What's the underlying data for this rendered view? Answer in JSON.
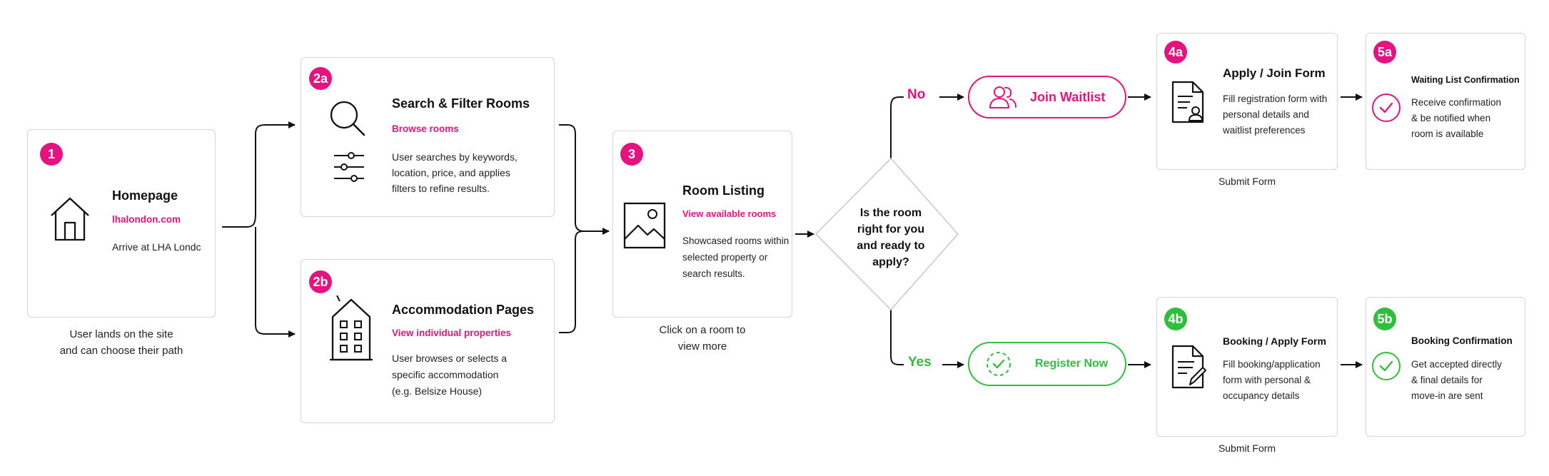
{
  "colors": {
    "accent_pink": "#e5137f",
    "accent_green": "#2fbf3c",
    "border": "#d4d4d4"
  },
  "step1": {
    "badge": "1",
    "title": "Homepage",
    "link": "lhalondon.com",
    "desc": "Arrive at LHA Londc",
    "icon": "house-icon",
    "caption_line1": "User lands on the site",
    "caption_line2": "and can choose their path"
  },
  "step2a": {
    "badge": "2a",
    "title": "Search & Filter Rooms",
    "sub": "Browse rooms",
    "desc_lines": [
      "User searches by keywords,",
      "location, price, and applies",
      "filters to refine results."
    ],
    "icons": [
      "search-icon",
      "sliders-icon"
    ]
  },
  "step2b": {
    "badge": "2b",
    "title": "Accommodation  Pages",
    "sub": "View individual properties",
    "desc_lines": [
      "User browses or selects a",
      "specific accommodation",
      "(e.g. Belsize House)"
    ],
    "icon": "building-icon"
  },
  "step3": {
    "badge": "3",
    "title": "Room Listing",
    "sub": "View available rooms",
    "desc_lines": [
      "Showcased rooms within",
      "selected property or",
      "search results."
    ],
    "icon": "image-icon",
    "caption_line1": "Click on a room to",
    "caption_line2": "view more"
  },
  "decision": {
    "lines": [
      "Is the room",
      "right for you",
      "and ready to",
      "apply?"
    ]
  },
  "branch_no": {
    "label": "No",
    "button": "Join Waitlist",
    "icon": "users-icon"
  },
  "branch_yes": {
    "label": "Yes",
    "button": "Register Now",
    "icon": "dashed-check-icon"
  },
  "step4a": {
    "badge": "4a",
    "title": "Apply / Join Form",
    "desc_lines": [
      "Fill registration form with",
      "personal details and",
      "waitlist preferences"
    ],
    "icon": "form-user-icon",
    "caption": "Submit Form"
  },
  "step4b": {
    "badge": "4b",
    "title": "Booking / Apply Form",
    "desc_lines": [
      "Fill booking/application",
      "form with personal &",
      "occupancy details"
    ],
    "icon": "form-pen-icon",
    "caption": "Submit Form"
  },
  "step5a": {
    "badge": "5a",
    "title": "Waiting List Confirmation",
    "desc_lines": [
      "Receive confirmation",
      "& be notified when",
      "room is available"
    ],
    "icon": "check-circle-icon"
  },
  "step5b": {
    "badge": "5b",
    "title": "Booking Confirmation",
    "desc_lines": [
      "Get accepted directly",
      "& final details for",
      "move-in are sent"
    ],
    "icon": "check-circle-icon"
  }
}
